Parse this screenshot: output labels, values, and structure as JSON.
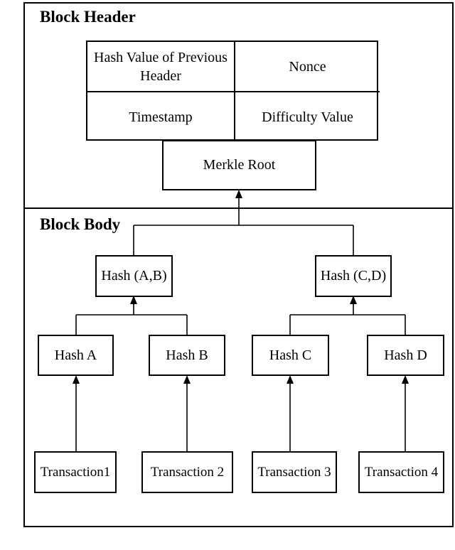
{
  "header_section": {
    "title": "Block Header",
    "table": {
      "prev_hash": "Hash Value of Previous Header",
      "nonce": "Nonce",
      "timestamp": "Timestamp",
      "difficulty": "Difficulty Value"
    },
    "merkle_root": "Merkle Root"
  },
  "body_section": {
    "title": "Block Body",
    "pair_hashes": [
      {
        "label": "Hash (A,B)"
      },
      {
        "label": "Hash (C,D)"
      }
    ],
    "leaf_hashes": [
      {
        "label": "Hash A"
      },
      {
        "label": "Hash B"
      },
      {
        "label": "Hash C"
      },
      {
        "label": "Hash D"
      }
    ],
    "transactions": [
      {
        "label": "Transaction1"
      },
      {
        "label": "Transaction 2"
      },
      {
        "label": "Transaction 3"
      },
      {
        "label": "Transaction 4"
      }
    ]
  },
  "colors": {
    "line": "#000000",
    "background": "#ffffff",
    "text": "#000000"
  }
}
